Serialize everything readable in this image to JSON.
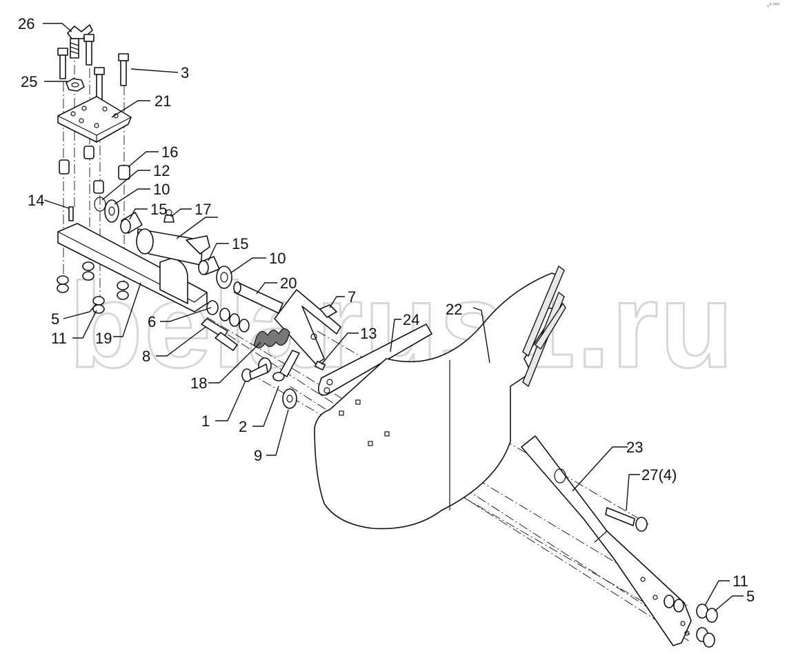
{
  "watermark": "belarus1.ru",
  "corner_mark": "₀⁰ ⁰⁰⁰",
  "callouts": [
    {
      "id": "26",
      "text": "26"
    },
    {
      "id": "3",
      "text": "3"
    },
    {
      "id": "25",
      "text": "25"
    },
    {
      "id": "21",
      "text": "21"
    },
    {
      "id": "16",
      "text": "16"
    },
    {
      "id": "12",
      "text": "12"
    },
    {
      "id": "10a",
      "text": "10"
    },
    {
      "id": "14",
      "text": "14"
    },
    {
      "id": "15a",
      "text": "15"
    },
    {
      "id": "17",
      "text": "17"
    },
    {
      "id": "15b",
      "text": "15"
    },
    {
      "id": "10b",
      "text": "10"
    },
    {
      "id": "20",
      "text": "20"
    },
    {
      "id": "7",
      "text": "7"
    },
    {
      "id": "22",
      "text": "22"
    },
    {
      "id": "24",
      "text": "24"
    },
    {
      "id": "13",
      "text": "13"
    },
    {
      "id": "5a",
      "text": "5"
    },
    {
      "id": "6",
      "text": "6"
    },
    {
      "id": "11a",
      "text": "11"
    },
    {
      "id": "19",
      "text": "19"
    },
    {
      "id": "8",
      "text": "8"
    },
    {
      "id": "18",
      "text": "18"
    },
    {
      "id": "1",
      "text": "1"
    },
    {
      "id": "2",
      "text": "2"
    },
    {
      "id": "9",
      "text": "9"
    },
    {
      "id": "23",
      "text": "23"
    },
    {
      "id": "27",
      "text": "27(4)"
    },
    {
      "id": "11b",
      "text": "11"
    },
    {
      "id": "5b",
      "text": "5"
    }
  ]
}
